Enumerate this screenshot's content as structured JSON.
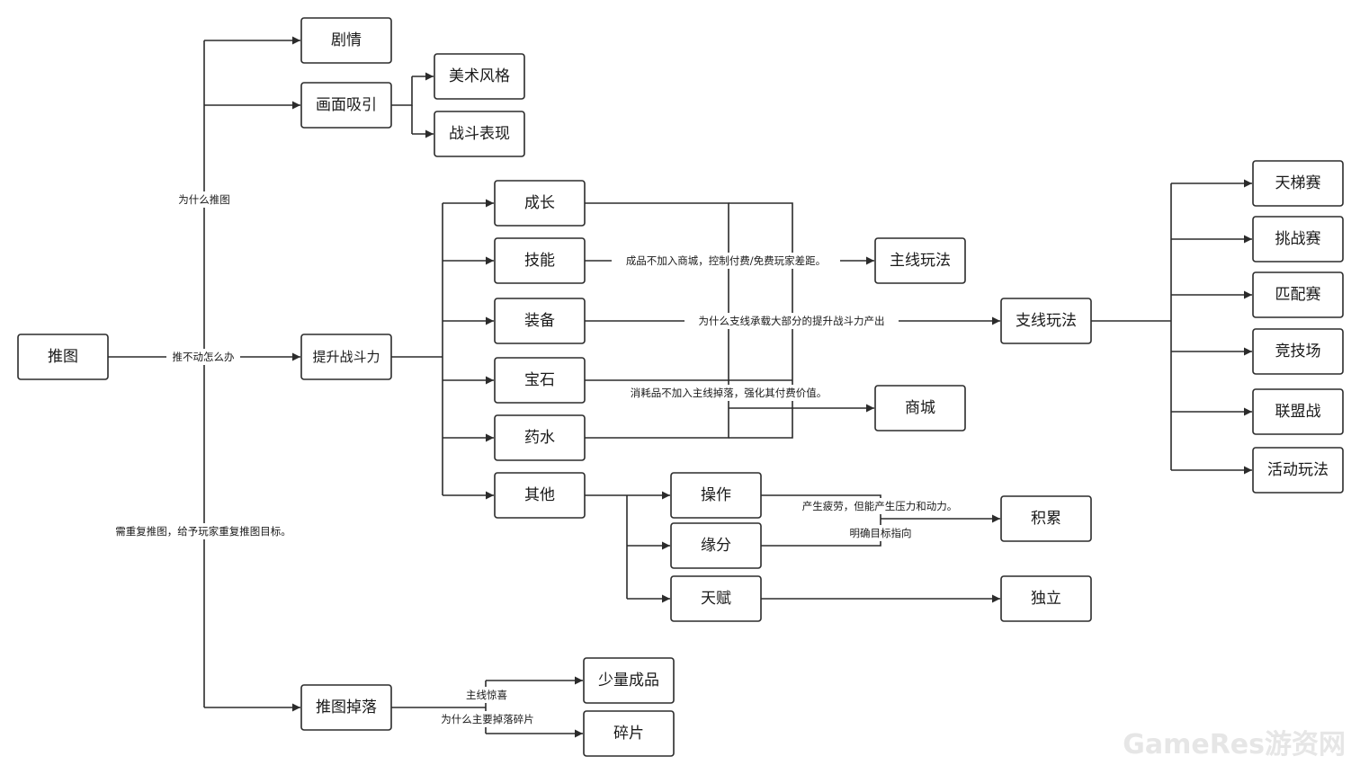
{
  "nodes": {
    "tuitu": "推图",
    "juqing": "剧情",
    "huamian": "画面吸引",
    "meishu": "美术风格",
    "zhandou": "战斗表现",
    "tisheng": "提升战斗力",
    "chengzhang": "成长",
    "jineng": "技能",
    "zhuangbei": "装备",
    "baoshi": "宝石",
    "yaoshui": "药水",
    "qita": "其他",
    "caozuo": "操作",
    "yuanfen": "缘分",
    "tianfu": "天赋",
    "zhuxian": "主线玩法",
    "zhixian": "支线玩法",
    "shangcheng": "商城",
    "jilei": "积累",
    "duli": "独立",
    "tiantisai": "天梯赛",
    "tiaozhansai": "挑战赛",
    "pipeisai": "匹配赛",
    "jingjichang": "竞技场",
    "lianmengzhan": "联盟战",
    "huodong": "活动玩法",
    "diaoluo": "推图掉落",
    "shaoliang": "少量成品",
    "suipian": "碎片"
  },
  "edge_labels": {
    "why_push": "为什么推图",
    "stuck": "推不动怎么办",
    "repeat": "需重复推图，给予玩家重复推图目标。",
    "skill_note": "成品不加入商城，控制付费/免费玩家差距。",
    "side_note": "为什么支线承载大部分的提升战斗力产出",
    "consumable_note": "消耗品不加入主线掉落，强化其付费价值。",
    "fatigue_note": "产生疲劳，但能产生压力和动力。",
    "target_note": "明确目标指向",
    "surprise": "主线惊喜",
    "fragment_why": "为什么主要掉落碎片"
  },
  "watermark": "GameRes游资网",
  "colors": {
    "line": "#2b2b2b",
    "box_fill": "#ffffff",
    "text": "#1a1a1a"
  }
}
